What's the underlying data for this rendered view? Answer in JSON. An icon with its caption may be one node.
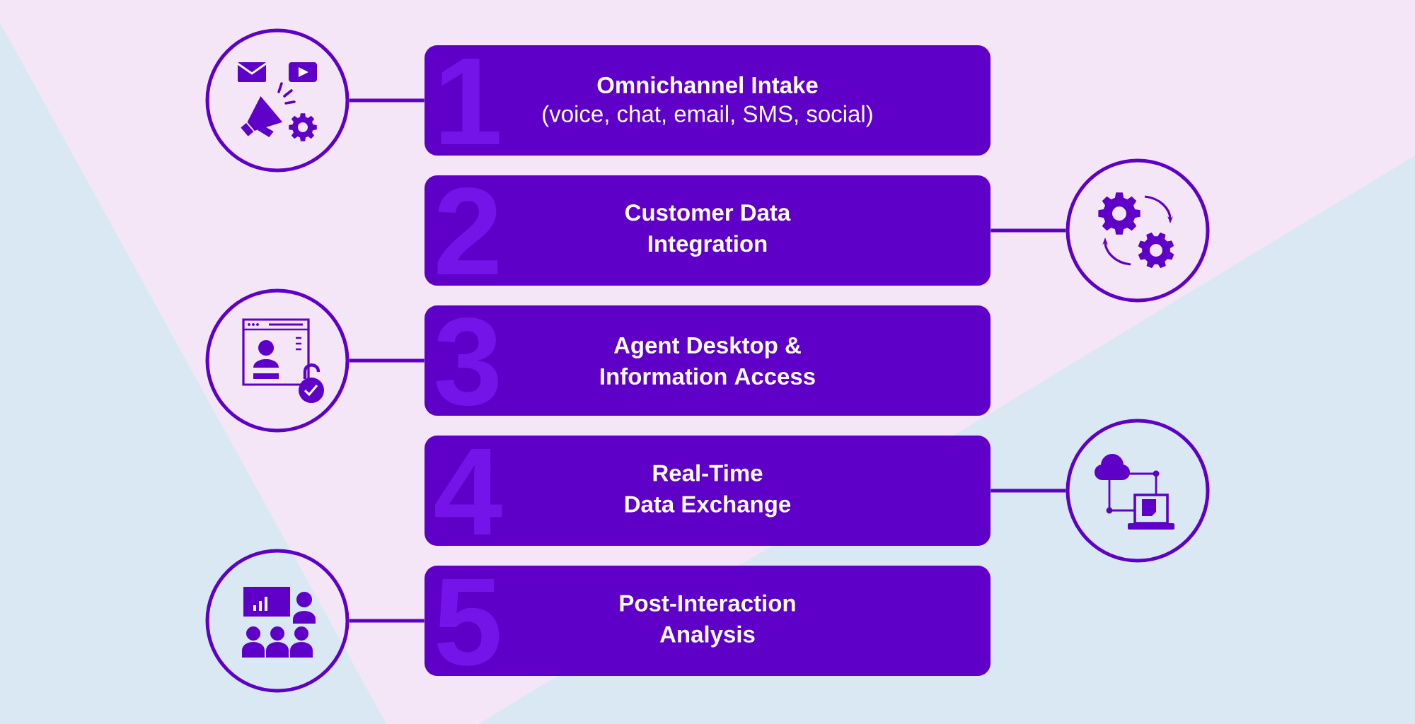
{
  "diagram": {
    "nodes": [
      {
        "text": [],
        "shape": "circle"
      },
      {
        "text": [
          "1",
          "Omnichannel Intake",
          "(voice, chat, email, SMS, social)"
        ]
      },
      {
        "text": [
          "2",
          "Customer Data Integration"
        ]
      },
      {
        "text": [],
        "shape": "circle"
      },
      {
        "text": [],
        "shape": "circle"
      },
      {
        "text": [
          "3",
          "Agent Desktop & Information Access"
        ]
      },
      {
        "text": [
          "4",
          "Real-Time Data Exchange"
        ]
      },
      {
        "text": [],
        "shape": "circle"
      },
      {
        "text": [],
        "shape": "circle"
      },
      {
        "text": [
          "5",
          "Post-Interaction Analysis"
        ]
      }
    ],
    "edges": [
      {
        "from": 0,
        "to": 1,
        "arrow": "none"
      },
      {
        "from": 2,
        "to": 3,
        "arrow": "none"
      },
      {
        "from": 4,
        "to": 5,
        "arrow": "none"
      },
      {
        "from": 6,
        "to": 7,
        "arrow": "none"
      },
      {
        "from": 8,
        "to": 9,
        "arrow": "none"
      }
    ]
  }
}
